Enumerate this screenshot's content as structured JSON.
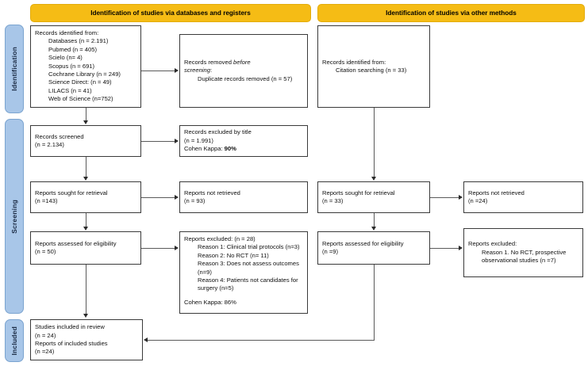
{
  "colors": {
    "header_bar": "#f5bc15",
    "phase_label": "#a8c6e8",
    "box_border": "#3a3a3a",
    "connector": "#5a5a5a"
  },
  "headers": {
    "left": "Identification of studies via databases and registers",
    "right": "Identification of studies via other methods"
  },
  "phases": {
    "identification": "Identification",
    "screening": "Screening",
    "included": "Included"
  },
  "left_column": {
    "records_identified": {
      "title": "Records identified from:",
      "sources": [
        "Databases (n = 2.191)",
        "Pubmed (n = 405)",
        "Scielo (n= 4)",
        "Scopus (n = 691)",
        "Cochrane Library (n = 249)",
        "Science Direct: (n = 49)",
        "LILACS (n = 41)",
        "Web of Science (n=752)"
      ]
    },
    "records_removed": {
      "line1": "Records removed ",
      "line1_italic": "before",
      "line2_italic": "screening",
      "line2_tail": ":",
      "detail": "Duplicate records removed (n = 57)"
    },
    "records_screened": {
      "line1": "Records screened",
      "line2": "(n = 2.134)"
    },
    "records_excluded": {
      "line1": "Records excluded by title",
      "line2": "(n = 1.991)",
      "kappa_label": "Cohen Kappa: ",
      "kappa_value": "90%"
    },
    "reports_sought": {
      "line1": "Reports sought for retrieval",
      "line2": "(n =143)"
    },
    "reports_not_retrieved": {
      "line1": "Reports not retrieved",
      "line2": "(n = 93)"
    },
    "reports_assessed": {
      "line1": "Reports assessed for eligibility",
      "line2": "(n = 50)"
    },
    "reports_excluded": {
      "title": "Reports excluded: (n = 28)",
      "reasons": [
        "Reason 1: Clinical trial protocols (n=3)",
        "Reason 2: No RCT (n= 11)",
        "Reason 3: Does not assess outcomes (n=9)",
        "Reason 4: Patients not candidates for surgery (n=5)"
      ],
      "kappa": "Cohen Kappa: 86%"
    }
  },
  "right_column": {
    "records_identified": {
      "title": "Records identified from:",
      "sources": [
        "Citation searching (n = 33)"
      ]
    },
    "reports_sought": {
      "line1": "Reports sought for retrieval",
      "line2": "(n = 33)"
    },
    "reports_not_retrieved": {
      "line1": "Reports not retrieved",
      "line2": "(n =24)"
    },
    "reports_assessed": {
      "line1": "Reports assessed for eligibility",
      "line2": "(n =9)"
    },
    "reports_excluded": {
      "title": "Reports excluded:",
      "reasons": [
        "Reason 1. No RCT, prospective observational studies (n =7)"
      ]
    }
  },
  "included_box": {
    "line1": "Studies included in review",
    "line2": "(n = 24)",
    "line3": "Reports of included studies",
    "line4": "(n =24)"
  }
}
